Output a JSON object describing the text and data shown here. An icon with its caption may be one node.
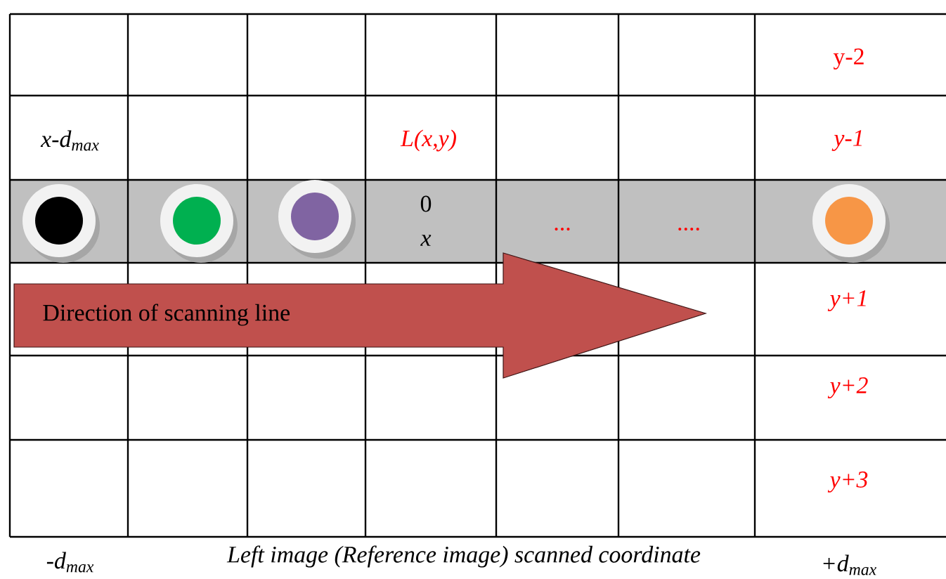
{
  "diagram": {
    "nodes": [
      {
        "text": [
          "Direction of scanning line"
        ]
      }
    ],
    "labels": [
      "y-2",
      "x-d$_{max}$",
      "L(x,y)",
      "y-1",
      "0",
      "x",
      "...",
      "....",
      "y+1",
      "y+2",
      "y+3",
      "-d$_{max}$",
      "Left image (Reference image) scanned coordinate",
      "+d$_{max}$"
    ]
  }
}
